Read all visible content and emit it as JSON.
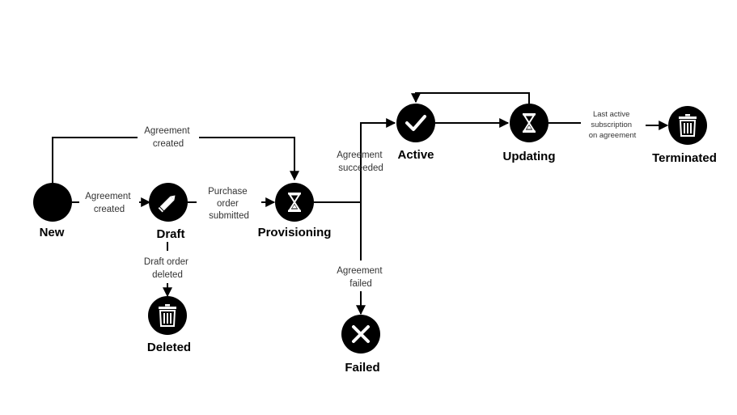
{
  "colors": {
    "node_fill": "#000000",
    "icon_color": "#ffffff",
    "edge_color": "#000000",
    "edge_label_color": "#333333",
    "background": "#ffffff"
  },
  "nodes": {
    "new": {
      "label": "New",
      "icon": "none"
    },
    "draft": {
      "label": "Draft",
      "icon": "pencil-icon"
    },
    "deleted": {
      "label": "Deleted",
      "icon": "trash-icon"
    },
    "provisioning": {
      "label": "Provisioning",
      "icon": "hourglass-icon"
    },
    "active": {
      "label": "Active",
      "icon": "check-icon"
    },
    "updating": {
      "label": "Updating",
      "icon": "hourglass-icon"
    },
    "terminated": {
      "label": "Terminated",
      "icon": "trash-icon"
    },
    "failed": {
      "label": "Failed",
      "icon": "close-icon"
    }
  },
  "edges": {
    "new_to_provisioning": [
      "Agreement",
      "created"
    ],
    "new_to_draft": [
      "Agreement",
      "created"
    ],
    "draft_to_provisioning": [
      "Purchase",
      "order",
      "submitted"
    ],
    "draft_to_deleted": [
      "Draft order",
      "deleted"
    ],
    "provisioning_to_active": [
      "Agreement",
      "succeeded"
    ],
    "provisioning_to_failed": [
      "Agreement",
      "failed"
    ],
    "updating_to_terminated": [
      "Last active",
      "subscription",
      "on agreement"
    ]
  }
}
